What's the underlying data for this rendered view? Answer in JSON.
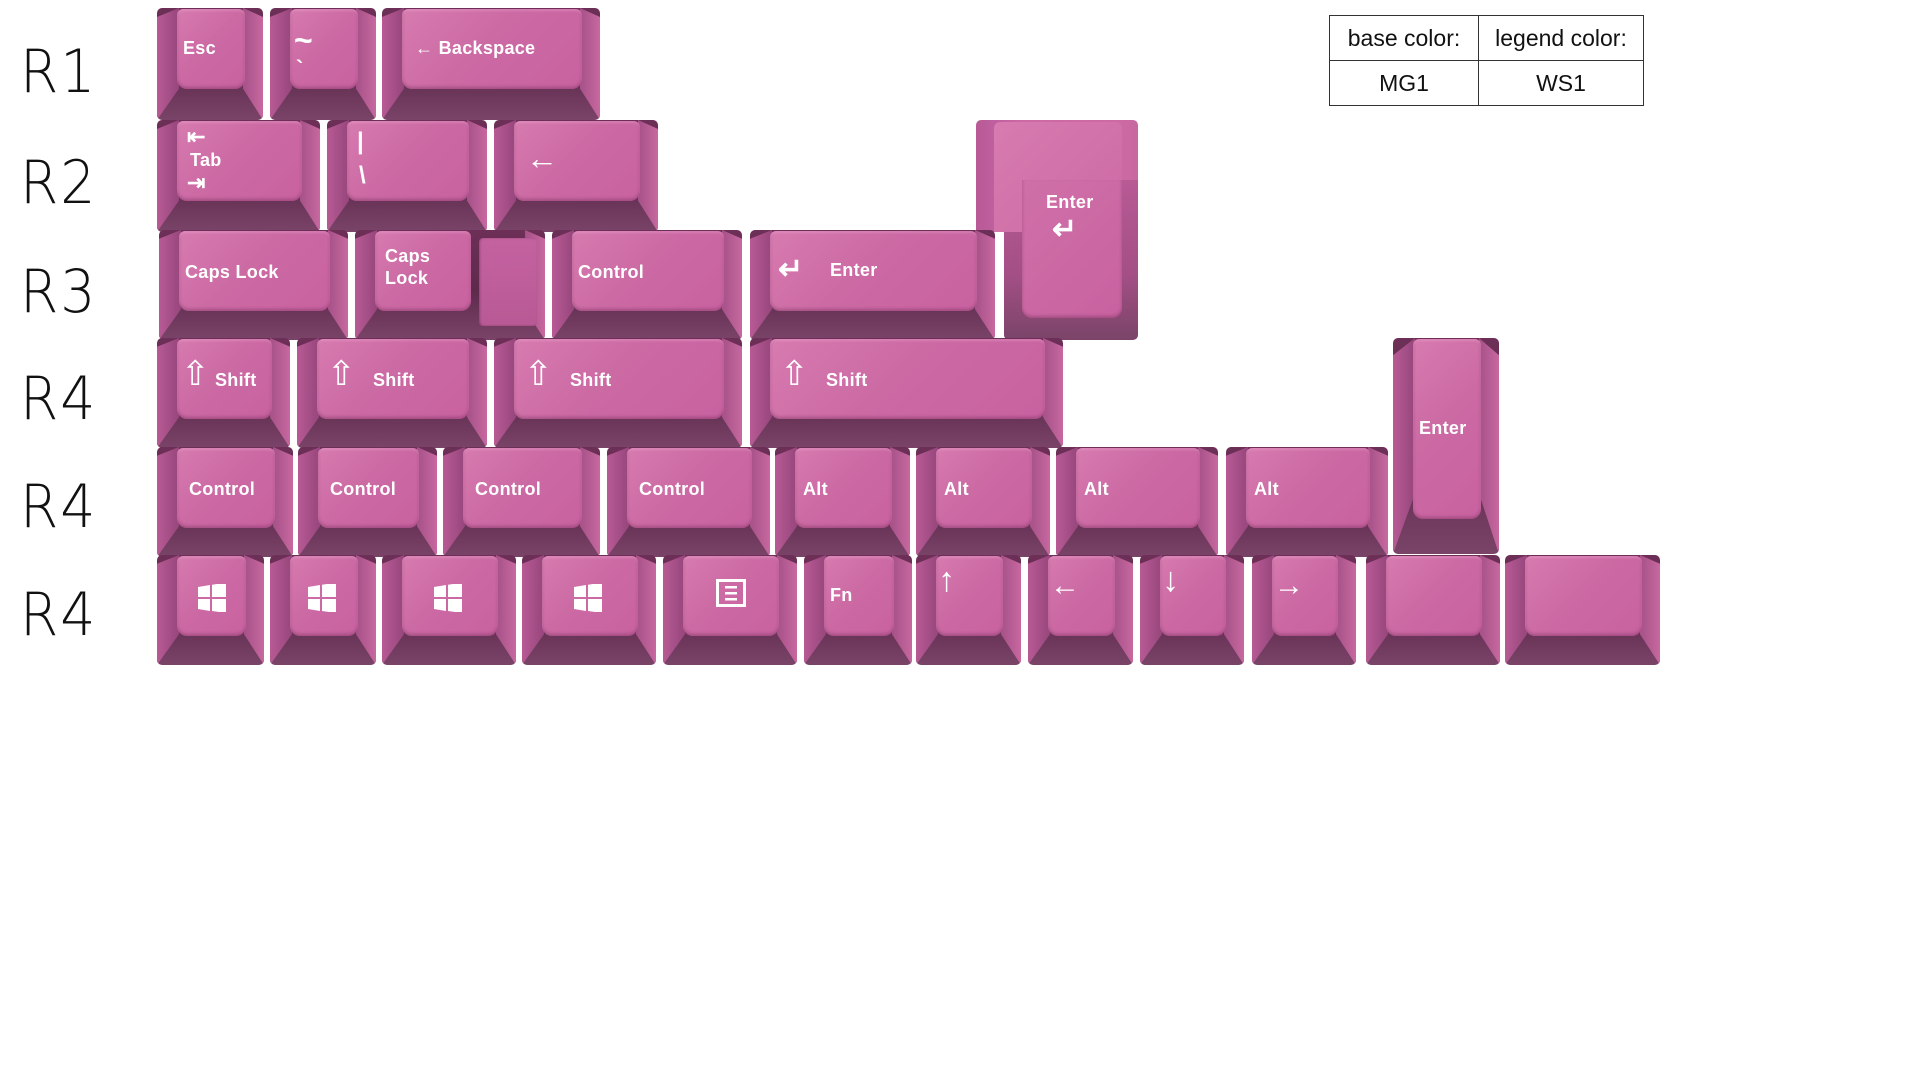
{
  "row_labels": [
    "R1",
    "R2",
    "R3",
    "R4",
    "R4",
    "R4"
  ],
  "info_table": {
    "headers": [
      "base color:",
      "legend color:"
    ],
    "values": [
      "MG1",
      "WS1"
    ]
  },
  "colors": {
    "keycap_top": "#cc6aa4",
    "keycap_side": "#b85a95",
    "keycap_skirt": "#7a4468",
    "legend": "#ffffff",
    "background": "#ffffff"
  },
  "rows": {
    "r1": {
      "esc": "Esc",
      "tilde_top": "~",
      "tilde_bottom": "`",
      "backspace": "← Backspace"
    },
    "r2": {
      "tab_top": "⇤",
      "tab": "Tab",
      "tab_bottom": "⇥",
      "pipe_top": "|",
      "pipe_bottom": "\\",
      "backspace_arrow": "←",
      "iso_enter": "Enter",
      "iso_enter_arrow": "↵"
    },
    "r3": {
      "capslock": "Caps Lock",
      "capslock_stepped_1": "Caps",
      "capslock_stepped_2": "Lock",
      "control": "Control",
      "enter_arrow": "↵",
      "enter": "Enter"
    },
    "r4": {
      "shift_1": "Shift",
      "shift_2": "Shift",
      "shift_3": "Shift",
      "shift_4": "Shift",
      "shift_icon": "⇧",
      "vertical_enter": "Enter"
    },
    "r5": {
      "control_1": "Control",
      "control_2": "Control",
      "control_3": "Control",
      "control_4": "Control",
      "alt_1": "Alt",
      "alt_2": "Alt",
      "alt_3": "Alt",
      "alt_4": "Alt"
    },
    "r6": {
      "win_icon": "windows-logo",
      "menu_icon": "menu",
      "fn": "Fn",
      "up": "↑",
      "left": "←",
      "down": "↓",
      "right": "→"
    }
  }
}
